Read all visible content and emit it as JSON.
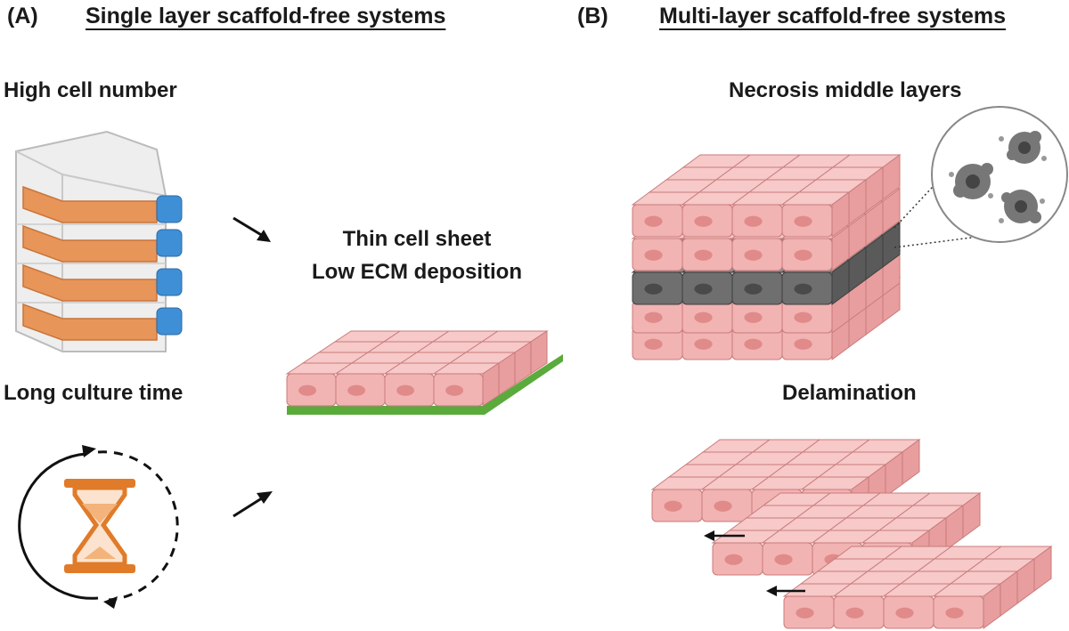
{
  "panel_a": {
    "tag": "(A)",
    "title": "Single layer scaffold-free systems",
    "label_cell_number": "High cell number",
    "label_culture_time": "Long culture time",
    "label_result_line1": "Thin cell sheet",
    "label_result_line2": "Low ECM deposition"
  },
  "panel_b": {
    "tag": "(B)",
    "title": "Multi-layer scaffold-free systems",
    "label_necrosis": "Necrosis middle layers",
    "label_delamination": "Delamination"
  },
  "colors": {
    "cell_face": "#f2b3b3",
    "cell_top": "#f7c9c9",
    "cell_side": "#e89e9e",
    "nucleus": "#e08a8a",
    "necrotic_face": "#6f6f6f",
    "necrotic_nucleus": "#4a4a4a",
    "ecm_green": "#5aaa3c",
    "flask_orange": "#e8955a",
    "cap_blue": "#3f8fd6",
    "hourglass_orange": "#e07b2a"
  },
  "icons": [
    "cell-culture-flask-stack-icon",
    "hourglass-icon",
    "circular-arrow-icon",
    "necrotic-cells-zoom-icon"
  ]
}
